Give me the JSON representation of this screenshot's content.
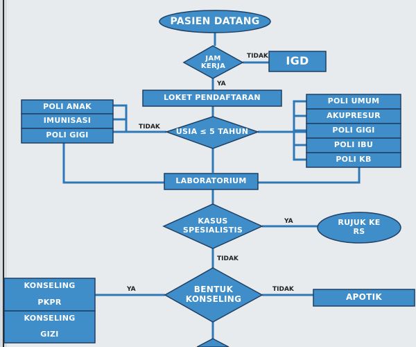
{
  "colors": {
    "fill": "#3f8dc9",
    "stroke": "#1f3f63",
    "connector": "#2f78b7",
    "background": "#e7ebee",
    "label": "#222222"
  },
  "nodes": {
    "start": "PASIEN DATANG",
    "jam_kerja": [
      "JAM",
      "KERJA"
    ],
    "igd": "IGD",
    "loket": "LOKET PENDAFTARAN",
    "usia": "USIA ≤ 5 TAHUN",
    "left_polis": [
      "POLI ANAK",
      "IMUNISASI",
      "POLI GIGI"
    ],
    "right_polis": [
      "POLI UMUM",
      "AKUPRESUR",
      "POLI GIGI",
      "POLI IBU",
      "POLI KB"
    ],
    "laboratorium": "LABORATORIUM",
    "kasus": [
      "KASUS",
      "SPESIALISTIS"
    ],
    "rujuk": [
      "RUJUK KE",
      "RS"
    ],
    "bentuk": [
      "BENTUK",
      "KONSELING"
    ],
    "konseling_pkpr": [
      "KONSELING",
      "PKPR"
    ],
    "konseling_gizi": [
      "KONSELING",
      "GIZI"
    ],
    "apotik": "APOTIK"
  },
  "edge_labels": {
    "jam_tidak": "TIDAK",
    "jam_ya": "YA",
    "usia_tidak": "TIDAK",
    "kasus_ya": "YA",
    "kasus_tidak": "TIDAK",
    "bentuk_ya": "YA",
    "bentuk_tidak": "TIDAK"
  }
}
